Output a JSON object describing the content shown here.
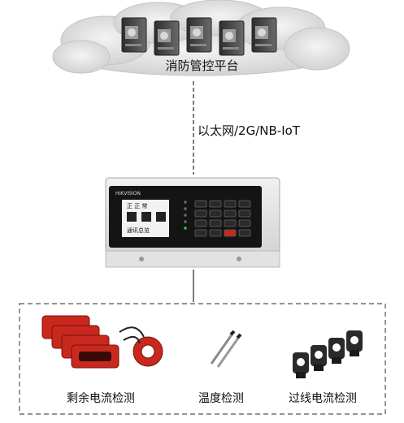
{
  "platform": {
    "label": "消防管控平台",
    "server_count": 5
  },
  "link": {
    "label": "以太网/2G/NB-IoT"
  },
  "device": {
    "brand": "HIKVISION",
    "screen_lines": [
      "正 正 常",
      "通讯总览"
    ]
  },
  "sensors": [
    {
      "id": "residual",
      "label": "剩余电流检测",
      "icon": "red-current-transformer-icon"
    },
    {
      "id": "temperature",
      "label": "温度检测",
      "icon": "temperature-probe-icon"
    },
    {
      "id": "overcurrent",
      "label": "过线电流检测",
      "icon": "split-core-ct-icon"
    }
  ],
  "colors": {
    "cloud": "#e6e6e6",
    "connector": "#333333",
    "frame": "#555555",
    "ct_red": "#c8281e"
  }
}
